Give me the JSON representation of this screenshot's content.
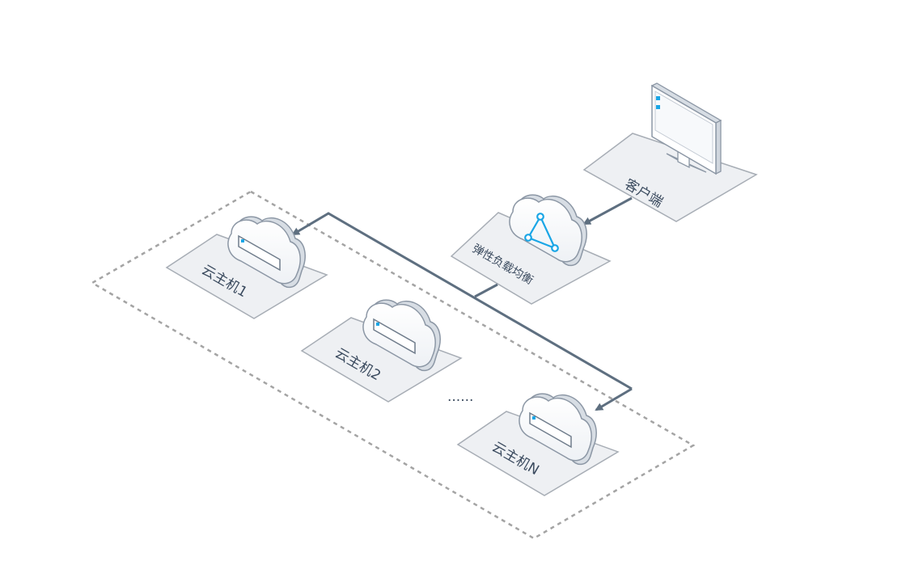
{
  "nodes": {
    "client": {
      "label": "客户端"
    },
    "elb": {
      "label": "弹性负载均衡"
    },
    "vm1": {
      "label": "云主机1"
    },
    "vm2": {
      "label": "云主机2"
    },
    "vmN": {
      "label": "云主机N"
    }
  },
  "ellipsis": "......",
  "colors": {
    "line": "#5e6f80",
    "card": "#eef0f3",
    "card_border": "#a7adb5",
    "accent": "#1aa6e6",
    "dash": "#a4a4a4"
  }
}
